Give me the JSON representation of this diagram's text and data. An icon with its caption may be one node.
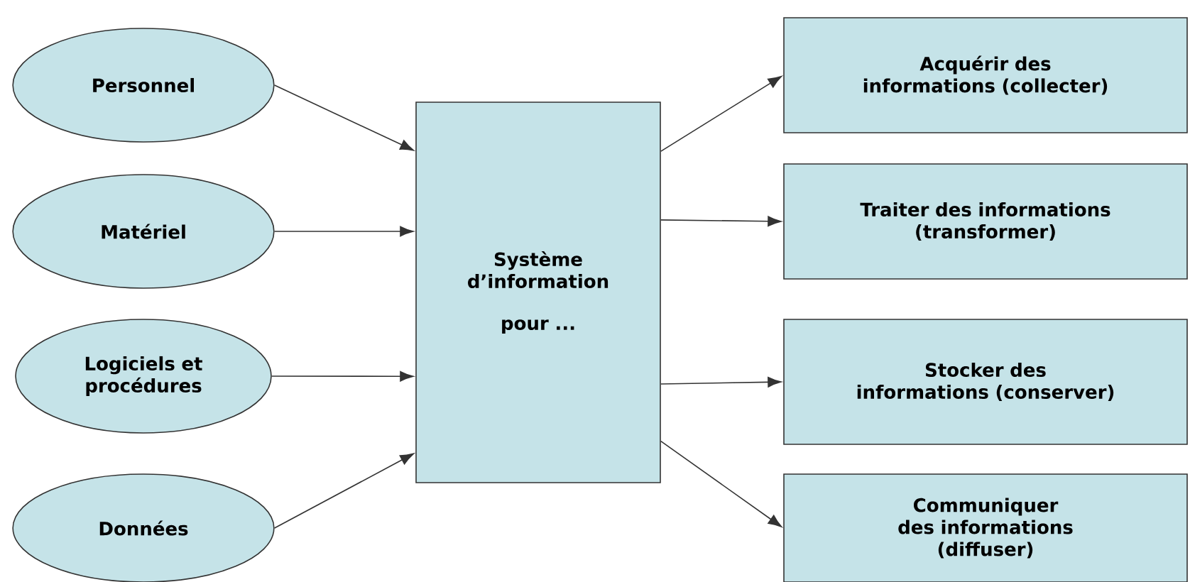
{
  "diagram": {
    "nodes": [
      {
        "text": [
          "Personnel"
        ]
      },
      {
        "text": [
          "Matériel"
        ]
      },
      {
        "text": [
          "Logiciels et procédures"
        ]
      },
      {
        "text": [
          "Données"
        ]
      },
      {
        "text": [
          "Système d’information",
          "pour ..."
        ]
      },
      {
        "text": [
          "Acquérir des informations (collecter)"
        ]
      },
      {
        "text": [
          "Traiter des informations (transformer)"
        ]
      },
      {
        "text": [
          "Stocker des informations (conserver)"
        ]
      },
      {
        "text": [
          "Communiquer des informations (diffuser)"
        ]
      }
    ],
    "edges": [
      {
        "from": 0,
        "to": 4,
        "arrow": "to"
      },
      {
        "from": 1,
        "to": 4,
        "arrow": "to"
      },
      {
        "from": 2,
        "to": 4,
        "arrow": "to"
      },
      {
        "from": 3,
        "to": 4,
        "arrow": "to"
      },
      {
        "from": 4,
        "to": 5,
        "arrow": "to"
      },
      {
        "from": 4,
        "to": 6,
        "arrow": "to"
      },
      {
        "from": 4,
        "to": 7,
        "arrow": "to"
      },
      {
        "from": 4,
        "to": 8,
        "arrow": "to"
      }
    ]
  }
}
